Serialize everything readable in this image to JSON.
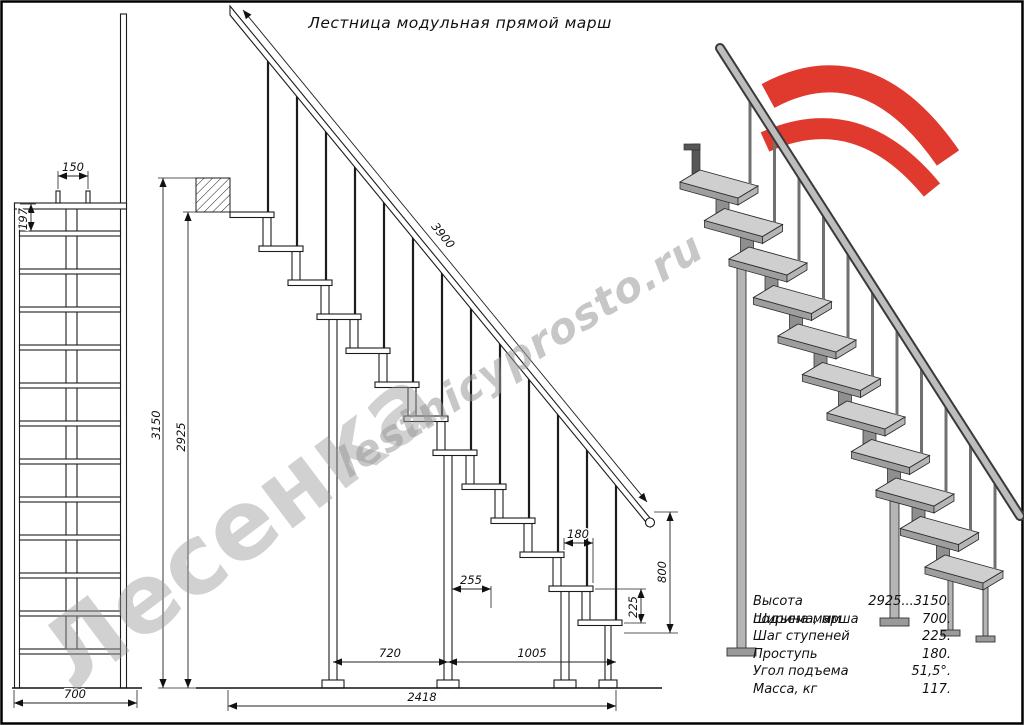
{
  "title": "Лестница модульная прямой марш",
  "watermark": {
    "big": "Лесенка",
    "site": "lestnicyprosto.ru"
  },
  "front_view": {
    "dim_150": "150",
    "dim_197": "197",
    "dim_700": "700"
  },
  "side_view": {
    "dim_3900": "3900",
    "dim_3150": "3150",
    "dim_2925": "2925",
    "dim_180": "180",
    "dim_255": "255",
    "dim_225": "225",
    "dim_720": "720",
    "dim_1005": "1005",
    "dim_800": "800",
    "dim_2418": "2418"
  },
  "specs": {
    "rows": [
      {
        "label": "Высота подъема, мм",
        "value": "2925...3150."
      },
      {
        "label": "Ширина марша",
        "value": "700."
      },
      {
        "label": "Шаг ступеней",
        "value": "225."
      },
      {
        "label": "Проступь",
        "value": "180."
      },
      {
        "label": "Угол подъема",
        "value": "51,5°."
      },
      {
        "label": "Масса, кг",
        "value": "117."
      }
    ]
  },
  "colors": {
    "accent_red": "#e03a2f",
    "watermark_gray": "#9a9a9a",
    "line": "#1c1c1c"
  }
}
